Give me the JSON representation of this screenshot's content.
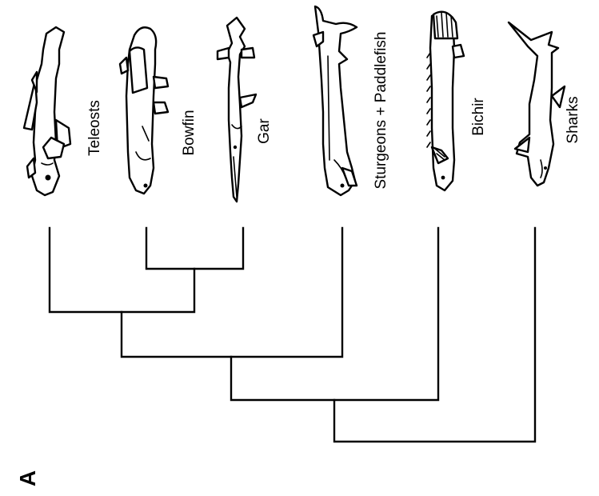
{
  "panel_label": "A",
  "taxa": [
    {
      "id": "teleosts",
      "label": "Teleosts",
      "icon": "teleost-fish-icon"
    },
    {
      "id": "bowfin",
      "label": "Bowfin",
      "icon": "bowfin-fish-icon"
    },
    {
      "id": "gar",
      "label": "Gar",
      "icon": "gar-fish-icon"
    },
    {
      "id": "sturgeons",
      "label": "Sturgeons + Paddlefish",
      "icon": "sturgeon-fish-icon"
    },
    {
      "id": "bichir",
      "label": "Bichir",
      "icon": "bichir-fish-icon"
    },
    {
      "id": "sharks",
      "label": "Sharks",
      "icon": "shark-icon"
    }
  ],
  "topology": "(((Teleosts,(Bowfin,Gar)),Sturgeons + Paddlefish),Bichir),Sharks"
}
